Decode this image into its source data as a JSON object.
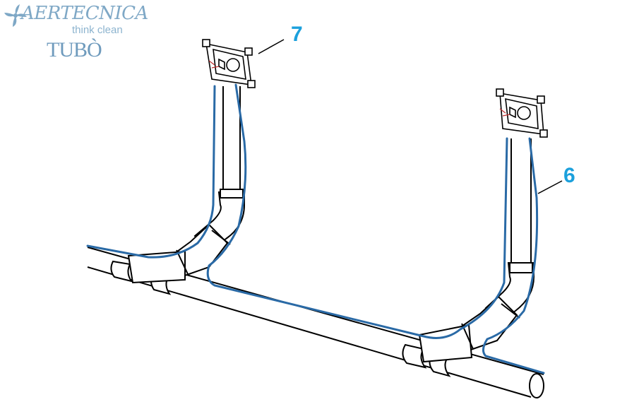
{
  "logo": {
    "brand": "AERTECNICA",
    "tagline": "think clean",
    "product": "TUBÒ",
    "fan_icon": "fan-icon"
  },
  "callouts": [
    {
      "label": "7"
    },
    {
      "label": "6"
    }
  ],
  "colors": {
    "callout": "#1ba0dc",
    "cable": "#2a6aa6",
    "pipe_line": "#000000",
    "logo": "#7fa8c6"
  }
}
